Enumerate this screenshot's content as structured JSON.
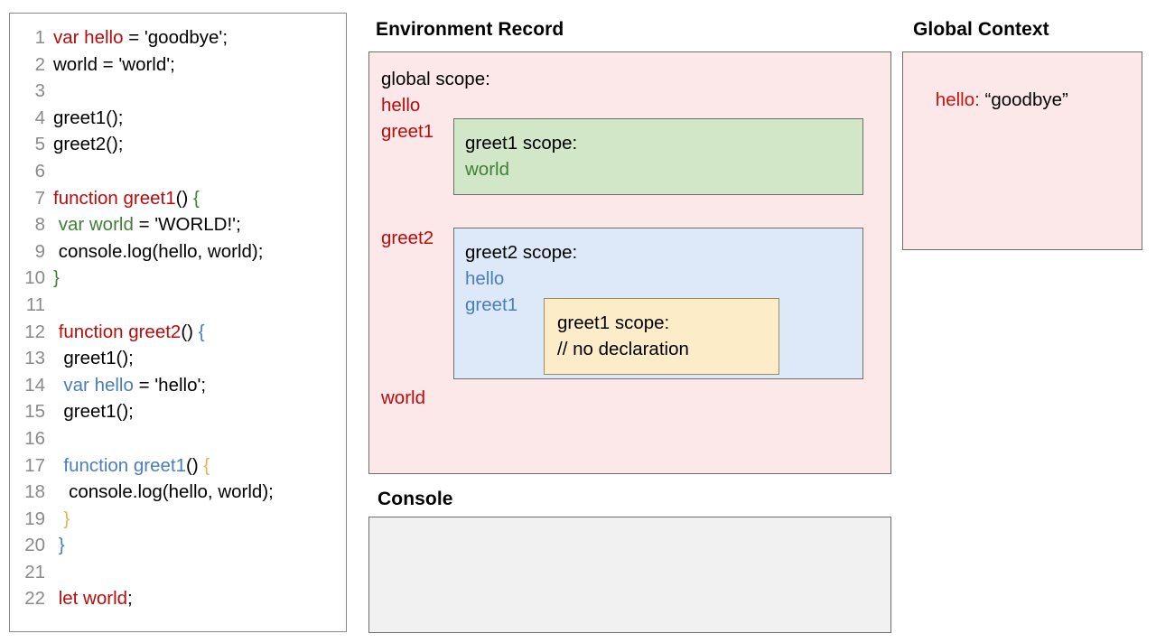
{
  "code_panel": {
    "lines": [
      {
        "num": "1",
        "tokens": [
          {
            "t": "var hello",
            "c": "red"
          },
          {
            "t": " = 'goodbye';",
            "c": "black"
          }
        ]
      },
      {
        "num": "2",
        "tokens": [
          {
            "t": "world = 'world';",
            "c": "black"
          }
        ]
      },
      {
        "num": "3",
        "tokens": [
          {
            "t": "",
            "c": "black"
          }
        ]
      },
      {
        "num": "4",
        "tokens": [
          {
            "t": "greet1();",
            "c": "black"
          }
        ]
      },
      {
        "num": "5",
        "tokens": [
          {
            "t": "greet2();",
            "c": "black"
          }
        ]
      },
      {
        "num": "6",
        "tokens": [
          {
            "t": "",
            "c": "black"
          }
        ]
      },
      {
        "num": "7",
        "tokens": [
          {
            "t": "function greet1",
            "c": "red"
          },
          {
            "t": "() ",
            "c": "black"
          },
          {
            "t": "{",
            "c": "green"
          }
        ]
      },
      {
        "num": "8",
        "tokens": [
          {
            "t": " ",
            "c": "black"
          },
          {
            "t": "var world",
            "c": "green"
          },
          {
            "t": " = 'WORLD!';",
            "c": "black"
          }
        ]
      },
      {
        "num": "9",
        "tokens": [
          {
            "t": " console.log(hello, world);",
            "c": "black"
          }
        ]
      },
      {
        "num": "10",
        "tokens": [
          {
            "t": "}",
            "c": "green"
          }
        ]
      },
      {
        "num": "11",
        "tokens": [
          {
            "t": "",
            "c": "black"
          }
        ]
      },
      {
        "num": "12",
        "tokens": [
          {
            "t": " ",
            "c": "black"
          },
          {
            "t": "function greet2",
            "c": "red"
          },
          {
            "t": "() ",
            "c": "black"
          },
          {
            "t": "{",
            "c": "blue"
          }
        ]
      },
      {
        "num": "13",
        "tokens": [
          {
            "t": "  greet1();",
            "c": "black"
          }
        ]
      },
      {
        "num": "14",
        "tokens": [
          {
            "t": "  ",
            "c": "black"
          },
          {
            "t": "var hello",
            "c": "blue"
          },
          {
            "t": " = 'hello';",
            "c": "black"
          }
        ]
      },
      {
        "num": "15",
        "tokens": [
          {
            "t": "  greet1();",
            "c": "black"
          }
        ]
      },
      {
        "num": "16",
        "tokens": [
          {
            "t": "",
            "c": "black"
          }
        ]
      },
      {
        "num": "17",
        "tokens": [
          {
            "t": "  ",
            "c": "black"
          },
          {
            "t": "function greet1",
            "c": "blue"
          },
          {
            "t": "() ",
            "c": "black"
          },
          {
            "t": "{",
            "c": "yellow"
          }
        ]
      },
      {
        "num": "18",
        "tokens": [
          {
            "t": "   console.log(hello, world);",
            "c": "black"
          }
        ]
      },
      {
        "num": "19",
        "tokens": [
          {
            "t": "  ",
            "c": "black"
          },
          {
            "t": "}",
            "c": "yellow"
          }
        ]
      },
      {
        "num": "20",
        "tokens": [
          {
            "t": " ",
            "c": "black"
          },
          {
            "t": "}",
            "c": "blue"
          }
        ]
      },
      {
        "num": "21",
        "tokens": [
          {
            "t": "",
            "c": "black"
          }
        ]
      },
      {
        "num": "22",
        "tokens": [
          {
            "t": " ",
            "c": "black"
          },
          {
            "t": "let world",
            "c": "red"
          },
          {
            "t": ";",
            "c": "black"
          }
        ]
      }
    ]
  },
  "environment_record": {
    "title": "Environment Record",
    "global_scope_label": "global scope:",
    "global_bindings": [
      "hello",
      "greet1",
      "greet2",
      "world"
    ],
    "greet1_scope": {
      "heading": "greet1 scope:",
      "bindings": [
        "world"
      ]
    },
    "greet2_scope": {
      "heading": "greet2 scope:",
      "bindings": [
        "hello",
        "greet1"
      ],
      "nested_greet1_scope": {
        "heading": "greet1 scope:",
        "comment": "// no declaration"
      }
    }
  },
  "global_context": {
    "title": "Global Context",
    "entries": [
      {
        "key": "hello:",
        "value": "“goodbye”"
      }
    ]
  },
  "console": {
    "title": "Console",
    "output": ""
  },
  "colors": {
    "red": "#bb0b0b",
    "green": "#3f7f36",
    "blue": "#4a7ebb",
    "yellow": "#dfb359",
    "pink_bg": "#fce8e8",
    "green_bg": "#d2e6c8",
    "blue_bg": "#dde9f8",
    "yellow_bg": "#fcedc8",
    "console_bg": "#f1f1f1",
    "border": "#6d6d6d",
    "line_number": "#8a8a8a"
  }
}
